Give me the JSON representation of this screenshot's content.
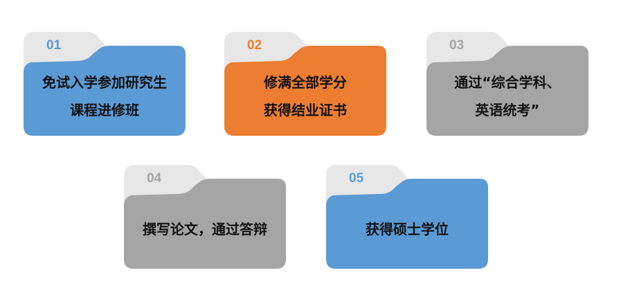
{
  "steps": [
    {
      "num": "01",
      "lines": [
        "免试入学参加研究生",
        "课程进修班"
      ],
      "fill": "#5b9bd5",
      "num_color": "#5b9bd5"
    },
    {
      "num": "02",
      "lines": [
        "修满全部学分",
        "获得结业证书"
      ],
      "fill": "#ed7d31",
      "num_color": "#ed7d31"
    },
    {
      "num": "03",
      "lines": [
        "通过“综合学科、",
        "英语统考”"
      ],
      "fill": "#a5a5a5",
      "num_color": "#a5a5a5"
    },
    {
      "num": "04",
      "lines": [
        "撰写论文，通过答辩"
      ],
      "fill": "#a5a5a5",
      "num_color": "#a5a5a5"
    },
    {
      "num": "05",
      "lines": [
        "获得硕士学位"
      ],
      "fill": "#5b9bd5",
      "num_color": "#5b9bd5"
    }
  ],
  "colors": {
    "tab": "#e7e7e7",
    "text": "#111111"
  }
}
